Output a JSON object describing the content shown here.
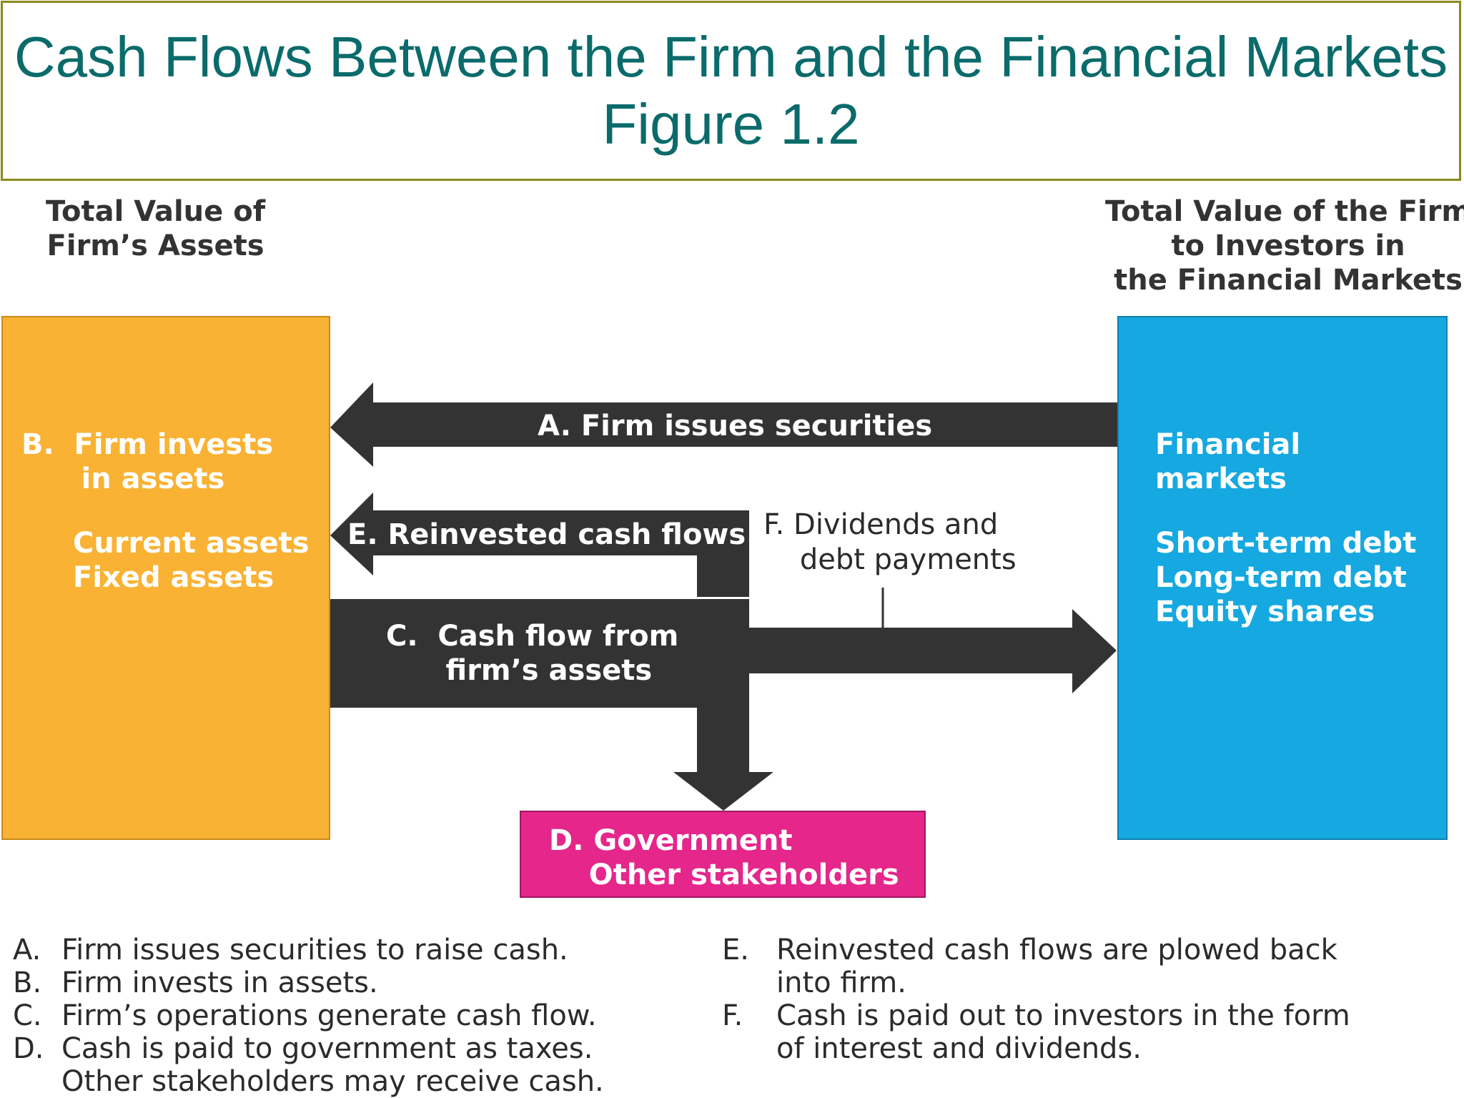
{
  "title": {
    "line1": "Cash Flows Between the Firm and the Financial Markets",
    "line2": "Figure 1.2"
  },
  "headers": {
    "left": [
      "Total Value of",
      "Firm’s Assets"
    ],
    "right": [
      "Total Value of the Firm",
      "to Investors in",
      "the Financial Markets"
    ]
  },
  "assets_box": {
    "heading": [
      "B.  Firm invests",
      "      in assets"
    ],
    "items": [
      "Current assets",
      "Fixed assets"
    ]
  },
  "markets_box": {
    "heading": [
      "Financial",
      "markets"
    ],
    "items": [
      "Short-term debt",
      "Long-term debt",
      "Equity shares"
    ]
  },
  "government_box": {
    "lines": [
      "D. Government",
      "    Other stakeholders"
    ]
  },
  "arrows": {
    "a": "A. Firm issues securities",
    "e": "E. Reinvested cash flows",
    "c": [
      "C.  Cash flow from",
      "      firm’s assets"
    ],
    "f": [
      "F. Dividends and",
      "    debt payments"
    ]
  },
  "colors": {
    "assets": "#f9b233",
    "markets": "#16a8e0",
    "government": "#e5268a",
    "arrow": "#333333",
    "title": "#0b6b6b"
  },
  "legend": {
    "left": [
      {
        "key": "A.",
        "lines": [
          "Firm issues securities to raise cash."
        ]
      },
      {
        "key": "B.",
        "lines": [
          "Firm invests in assets."
        ]
      },
      {
        "key": "C.",
        "lines": [
          "Firm’s operations generate cash flow."
        ]
      },
      {
        "key": "D.",
        "lines": [
          "Cash is paid to government as taxes.",
          "Other stakeholders may receive cash."
        ]
      }
    ],
    "right": [
      {
        "key": "E.",
        "lines": [
          "Reinvested cash flows are plowed back",
          "into firm."
        ]
      },
      {
        "key": "F.",
        "lines": [
          "Cash is paid out to investors in the form",
          "of interest and dividends."
        ]
      }
    ]
  }
}
